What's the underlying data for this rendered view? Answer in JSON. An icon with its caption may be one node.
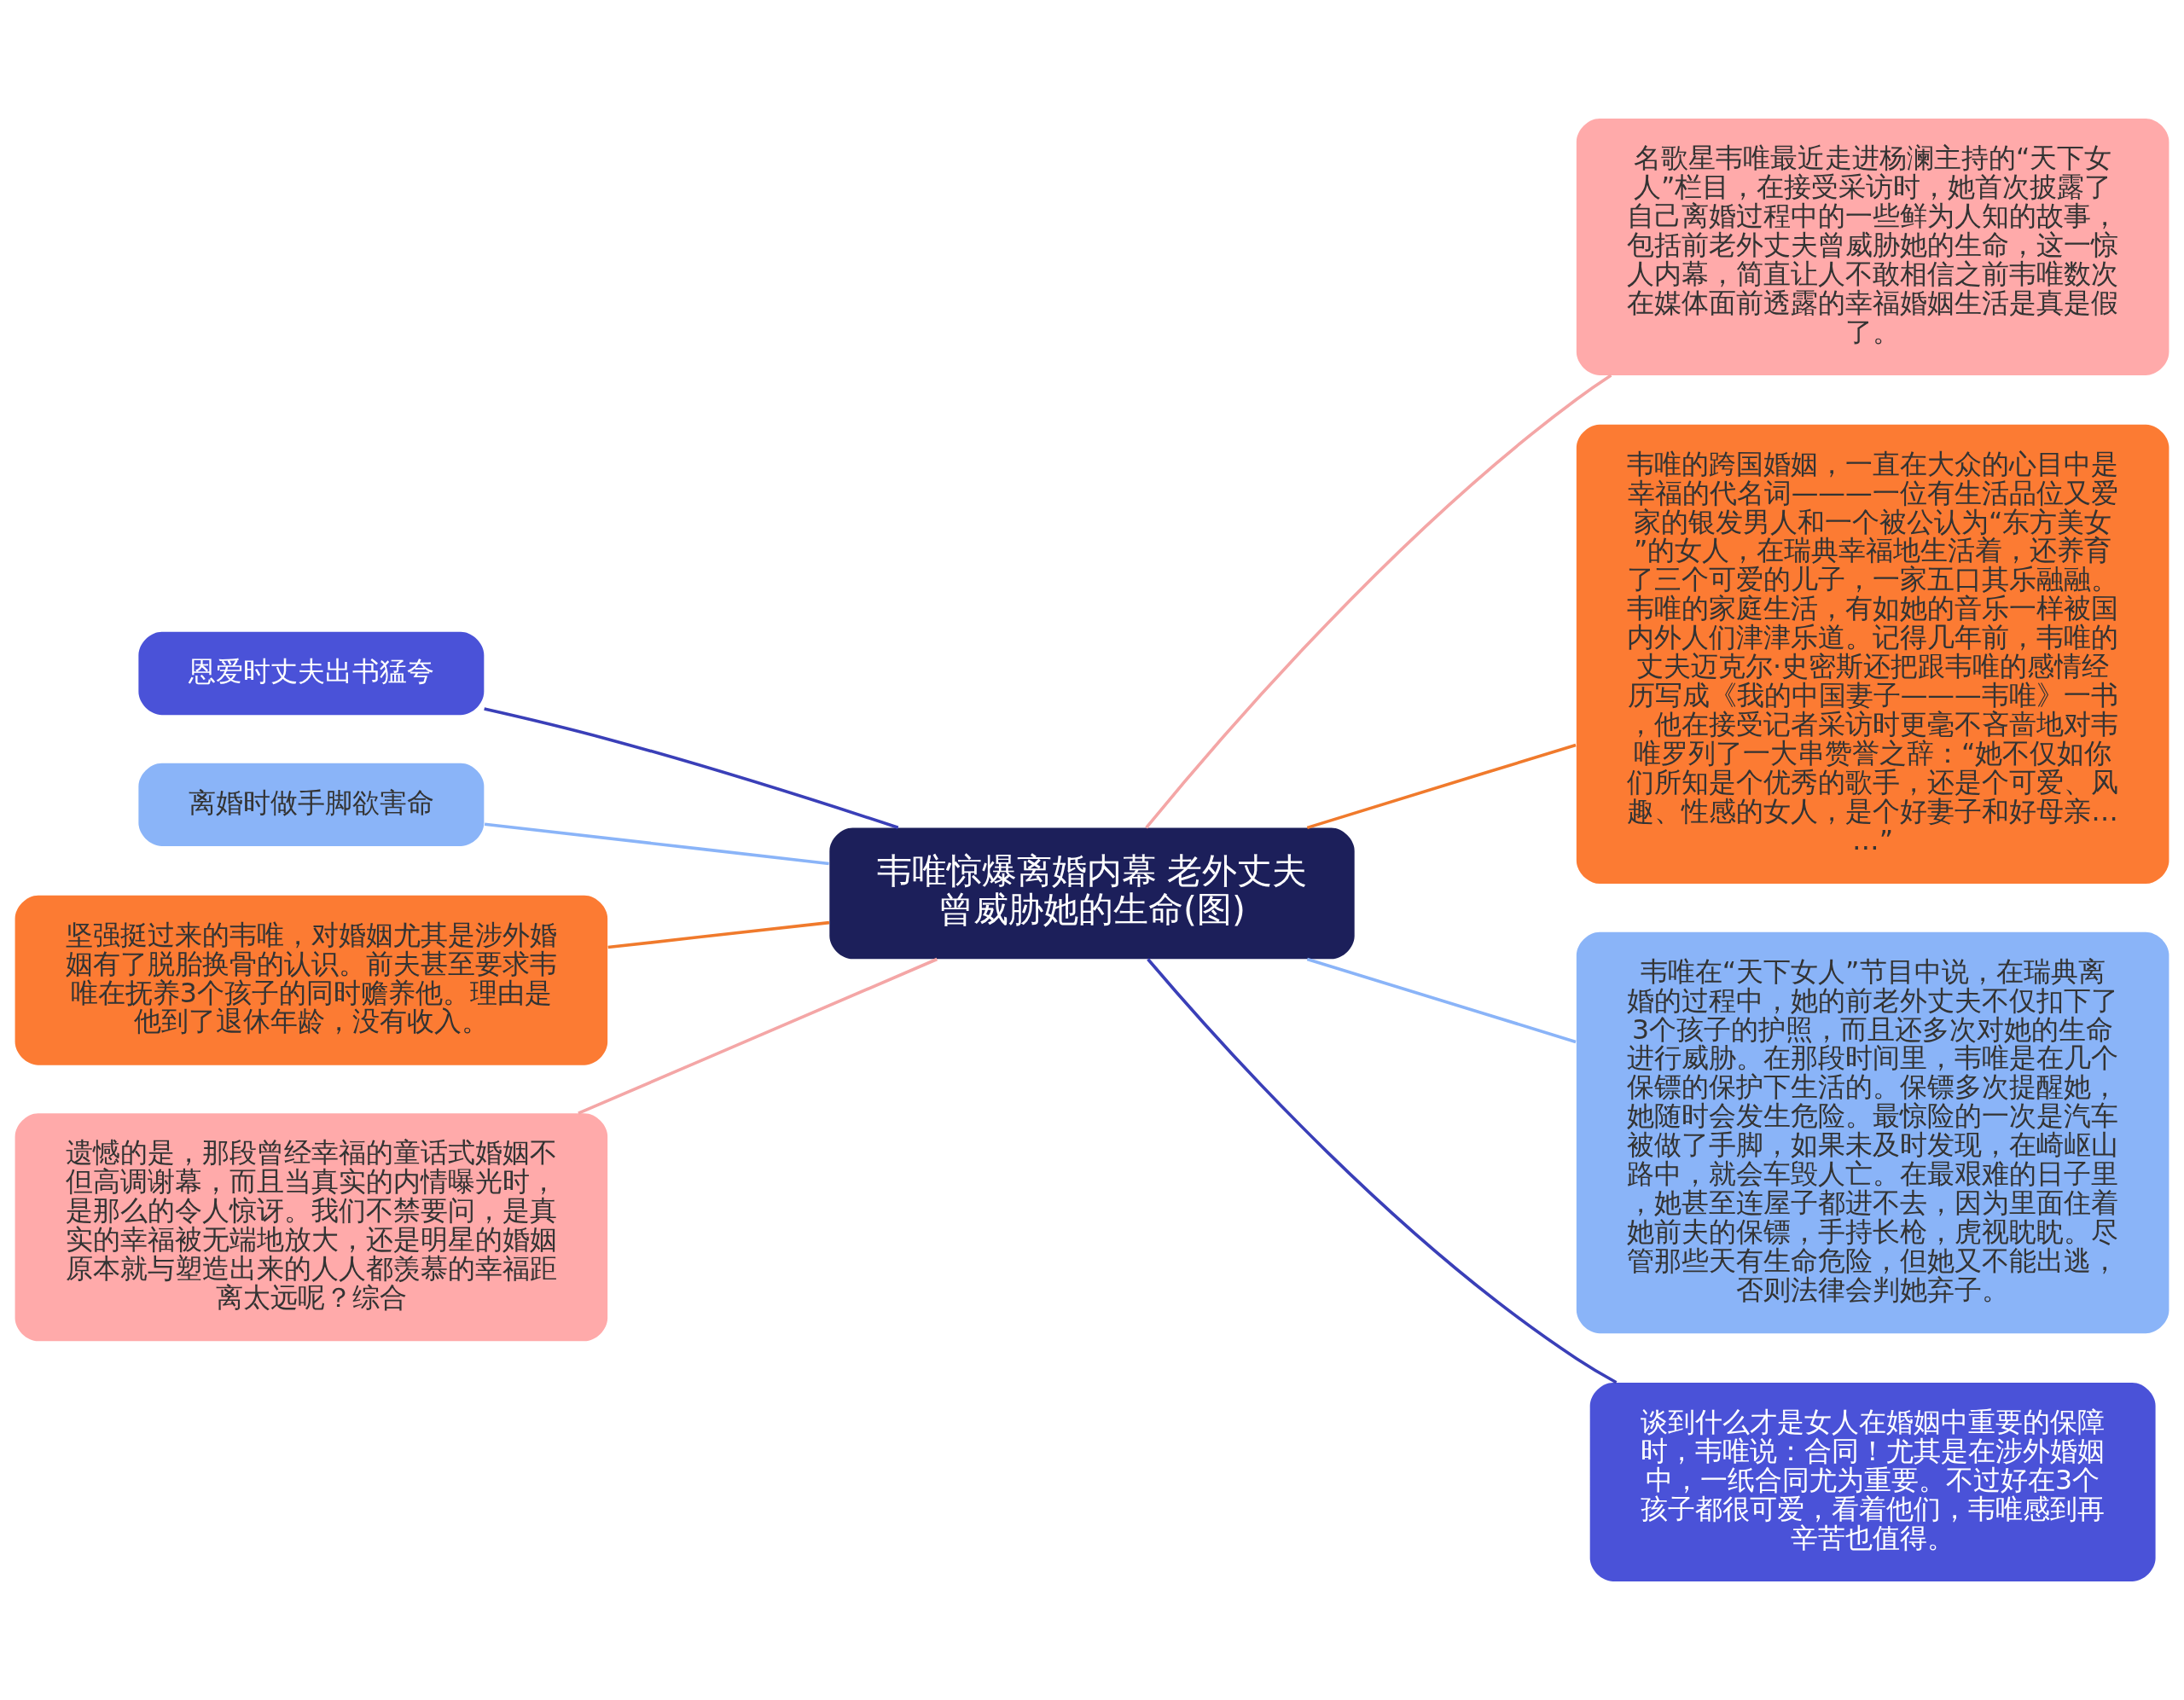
{
  "diagram": {
    "nodes": [
      {
        "text": [
          "韦唯惊爆离婚内幕 老外丈夫曾威胁她的生命(图)"
        ]
      },
      {
        "text": [
          "名歌星韦唯最近走进杨澜主持的“天下女人”栏目，在接受采访时，她首次披露了自己离婚过程中的一些鲜为人知的故事，包括前老外丈夫曾威胁她的生命，这一惊人内幕，简直让人不敢相信之前韦唯数次在媒体面前透露的幸福婚姻生活是真是假了。"
        ]
      },
      {
        "text": [
          "韦唯的跨国婚姻，一直在大众的心目中是幸福的代名词———一位有生活品位又爱家的银发男人和一个被公认为“东方美女”的女人，在瑞典幸福地生活着，还养育了三个可爱的儿子，一家五口其乐融融。韦唯的家庭生活，有如她的音乐一样被国内外人们津津乐道。记得几年前，韦唯的丈夫迈克尔·史密斯还把跟韦唯的感情经历写成《我的中国妻子———韦唯》一书，他在接受记者采访时更毫不吝啬地对韦唯罗列了一大串赞誉之辞：“她不仅如你们所知是个优秀的歌手，还是个可爱、风趣、性感的女人，是个好妻子和好母亲……”"
        ]
      },
      {
        "text": [
          "韦唯在“天下女人”节目中说，在瑞典离婚的过程中，她的前老外丈夫不仅扣下了3个孩子的护照，而且还多次对她的生命进行威胁。在那段时间里，韦唯是在几个保镖的保护下生活的。保镖多次提醒她，她随时会发生危险。最惊险的一次是汽车被做了手脚，如果未及时发现，在崎岖山路中，就会车毁人亡。在最艰难的日子里，她甚至连屋子都进不去，因为里面住着她前夫的保镖，手持长枪，虎视眈眈。尽管那些天有生命危险，但她又不能出逃，否则法律会判她弃子。"
        ]
      },
      {
        "text": [
          "谈到什么才是女人在婚姻中重要的保障时，韦唯说：合同！尤其是在涉外婚姻中，一纸合同尤为重要。不过好在3个孩子都很可爱，看着他们，韦唯感到再辛苦也值得。"
        ]
      },
      {
        "text": [
          "恩爱时丈夫出书猛夸"
        ]
      },
      {
        "text": [
          "离婚时做手脚欲害命"
        ]
      },
      {
        "text": [
          "坚强挺过来的韦唯，对婚姻尤其是涉外婚姻有了脱胎换骨的认识。前夫甚至要求韦唯在抚养3个孩子的同时赡养他。理由是他到了退休年龄，没有收入。"
        ]
      },
      {
        "text": [
          "遗憾的是，那段曾经幸福的童话式婚姻不但高调谢幕，而且当真实的内情曝光时，是那么的令人惊讶。我们不禁要问，是真实的幸福被无端地放大，还是明星的婚姻原本就与塑造出来的人人都羡慕的幸福距离太远呢？综合"
        ]
      }
    ],
    "edges": [
      {
        "from": 0,
        "to": 1,
        "arrow": "none",
        "color": "#f4a6a6"
      },
      {
        "from": 0,
        "to": 2,
        "arrow": "none",
        "color": "#f07a2c"
      },
      {
        "from": 0,
        "to": 3,
        "arrow": "none",
        "color": "#8ab4f8"
      },
      {
        "from": 0,
        "to": 4,
        "arrow": "none",
        "color": "#3a3fb8"
      },
      {
        "from": 0,
        "to": 5,
        "arrow": "none",
        "color": "#3a3fb8"
      },
      {
        "from": 0,
        "to": 6,
        "arrow": "none",
        "color": "#8ab4f8"
      },
      {
        "from": 0,
        "to": 7,
        "arrow": "none",
        "color": "#f07a2c"
      },
      {
        "from": 0,
        "to": 8,
        "arrow": "none",
        "color": "#f4a6a6"
      }
    ]
  }
}
